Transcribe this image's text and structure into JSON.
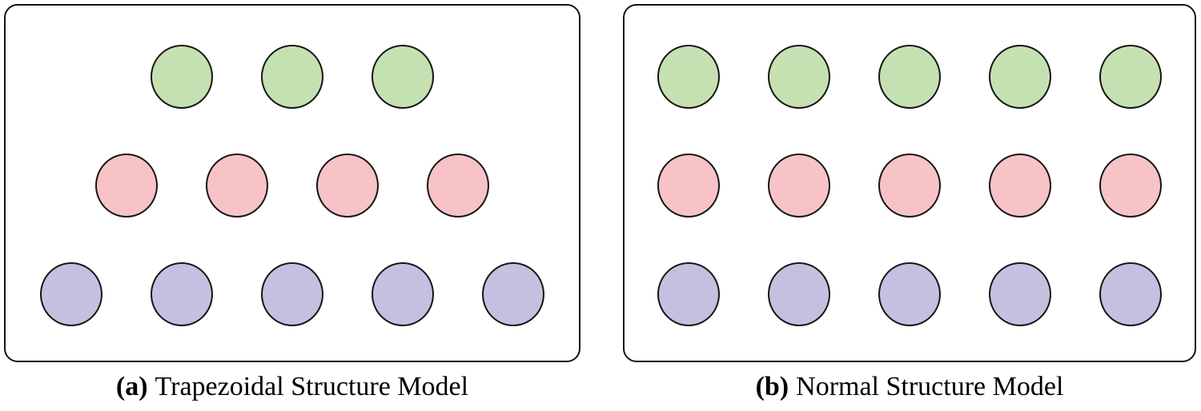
{
  "figure": {
    "colors": {
      "green": "#c5e1b2",
      "pink": "#f8c3c6",
      "purple": "#c4c0e0",
      "stroke": "#141414",
      "panel_background": "#ffffff",
      "page_background": "#ffffff"
    },
    "panels": [
      {
        "caption_label": "(a)",
        "caption_text": "Trapezoidal Structure Model",
        "rows": [
          {
            "color": "green",
            "count": 3
          },
          {
            "color": "pink",
            "count": 4
          },
          {
            "color": "purple",
            "count": 5
          }
        ]
      },
      {
        "caption_label": "(b)",
        "caption_text": "Normal Structure Model",
        "rows": [
          {
            "color": "green",
            "count": 5
          },
          {
            "color": "pink",
            "count": 5
          },
          {
            "color": "purple",
            "count": 5
          }
        ]
      }
    ]
  }
}
